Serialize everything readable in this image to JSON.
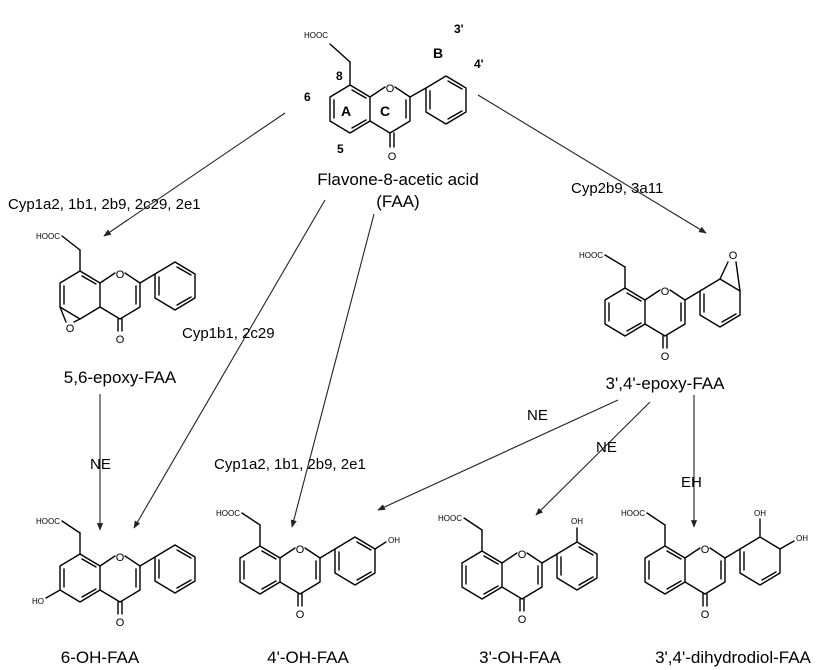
{
  "parent": {
    "name_line1": "Flavone-8-acetic acid",
    "name_line2": "(FAA)",
    "cooh": "HOOC",
    "ring_a": "A",
    "ring_b": "B",
    "ring_c": "C",
    "num_8": "8",
    "num_6": "6",
    "num_5": "5",
    "num_3p": "3'",
    "num_4p": "4'"
  },
  "atoms": {
    "o": "O",
    "ho": "HO",
    "oh": "OH",
    "hooc": "HOOC"
  },
  "products": {
    "epoxy56": "5,6-epoxy-FAA",
    "epoxy34": "3',4'-epoxy-FAA",
    "oh6": "6-OH-FAA",
    "oh4": "4'-OH-FAA",
    "oh3": "3'-OH-FAA",
    "diol": "3',4'-dihydrodiol-FAA"
  },
  "enzymes": {
    "to_epoxy56": "Cyp1a2, 1b1, 2b9, 2c29, 2e1",
    "to_epoxy34": "Cyp2b9, 3a11",
    "to_oh6": "Cyp1b1, 2c29",
    "to_oh4": "Cyp1a2, 1b1, 2b9, 2e1",
    "ne_left": "NE",
    "ne_mid1": "NE",
    "ne_mid2": "NE",
    "eh": "EH"
  }
}
